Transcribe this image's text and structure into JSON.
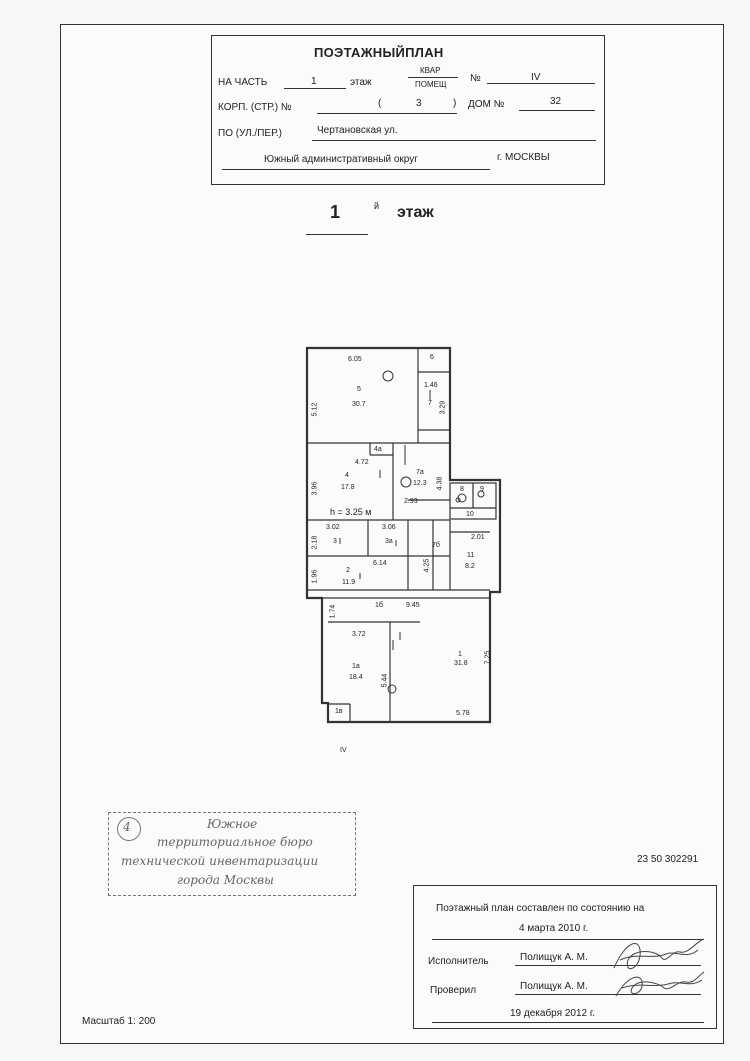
{
  "header": {
    "title": "ПОЭТАЖНЫЙПЛАН",
    "na_chast_label": "НА ЧАСТЬ",
    "floor_number": "1",
    "etazh_label": "этаж",
    "kvar_label": "КВАР",
    "pomeshch_label": "ПОМЕЩ",
    "no_label": "№",
    "kvar_number": "IV",
    "korp_label": "КОРП. (СТР.) №",
    "paren_open": "(",
    "korp_number": "3",
    "paren_close": ")",
    "dom_label": "ДОМ №",
    "dom_number": "32",
    "street_label": "ПО (УЛ./ПЕР.)",
    "street": "Чертановская ул.",
    "district": "Южный административный округ",
    "city": "г. МОСКВЫ"
  },
  "floor_heading": {
    "number": "1",
    "suffix": "й",
    "label": "этаж"
  },
  "plan": {
    "labels": {
      "r6_top": "6.05",
      "r6b": "6",
      "r5": "5",
      "r5_area": "30.7",
      "d512": "5.12",
      "d146": "1.46",
      "r7": "7",
      "d329": "3.29",
      "r4a": "4а",
      "d472": "4.72",
      "r7a": "7а",
      "r7a_area": "12.3",
      "r4": "4",
      "r4_area": "17.8",
      "d396": "3.96",
      "d438": "4.38",
      "d293": "2.93",
      "r8": "8",
      "r9": "9",
      "r10": "10",
      "height": "h = 3.25 м",
      "d302": "3.02",
      "d306": "3.06",
      "r3": "3",
      "r3a": "3а",
      "d218": "2.18",
      "r7b": "7б",
      "d201": "2.01",
      "r11": "11",
      "r11_area": "8.2",
      "d614": "6.14",
      "r2": "2",
      "r2_area": "11.9",
      "d196": "1.96",
      "d425": "4.25",
      "d174": "1.74",
      "r1b": "1б",
      "d945": "9.45",
      "d372": "3.72",
      "r1a": "1а",
      "r1a_area": "18.4",
      "d544": "5.44",
      "r1": "1",
      "r1_area": "31.8",
      "d725": "7.25",
      "r1v": "1в",
      "d578": "5.78",
      "roman": "IV"
    }
  },
  "stamp": {
    "line1": "Южное",
    "line2": "территориальное бюро",
    "line3": "технической инвентаризации",
    "line4": "города Москвы",
    "badge": "4"
  },
  "doc_number": "23 50 302291",
  "info": {
    "compiled": "Поэтажный план составлен по состоянию на",
    "date": "4 марта 2010 г.",
    "executor_label": "Исполнитель",
    "executor": "Полищук А. М.",
    "checker_label": "Проверил",
    "checker": "Полищук А. М.",
    "date2": "19 декабря 2012 г."
  },
  "scale": "Масштаб 1: 200"
}
